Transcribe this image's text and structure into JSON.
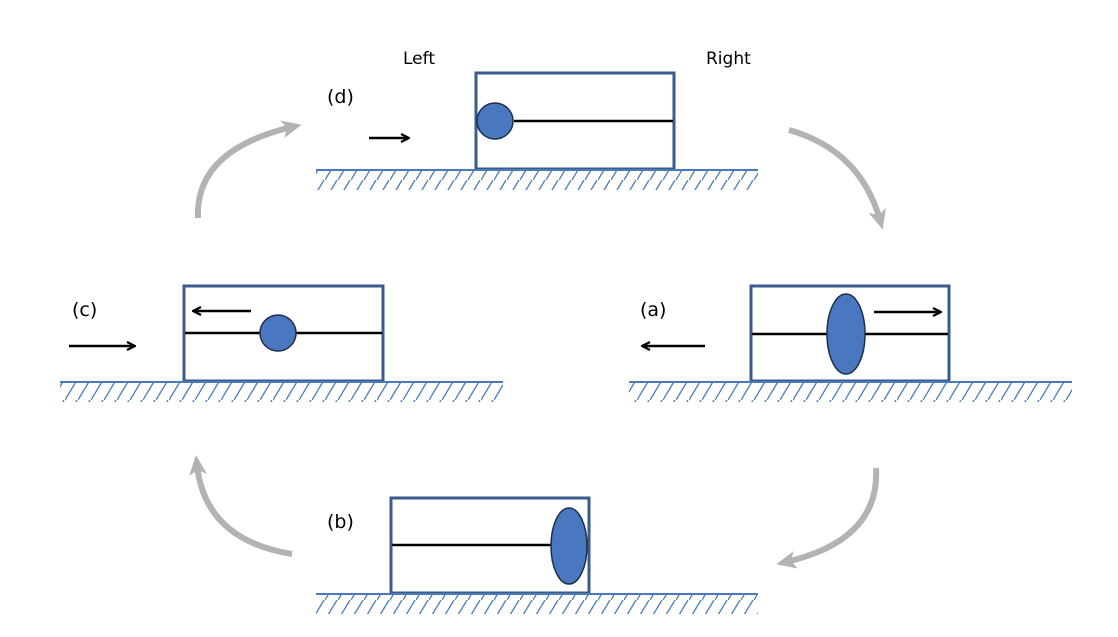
{
  "labels": {
    "left": "Left",
    "right": "Right",
    "stage_a": "(a)",
    "stage_b": "(b)",
    "stage_c": "(c)",
    "stage_d": "(d)"
  },
  "colors": {
    "box_outline": "#3a5b8c",
    "ground": "#4a7ab8",
    "ball_fill": "#4a78c0",
    "cycle_arrow": "#b3b3b3",
    "motion_arrow": "#000000"
  }
}
